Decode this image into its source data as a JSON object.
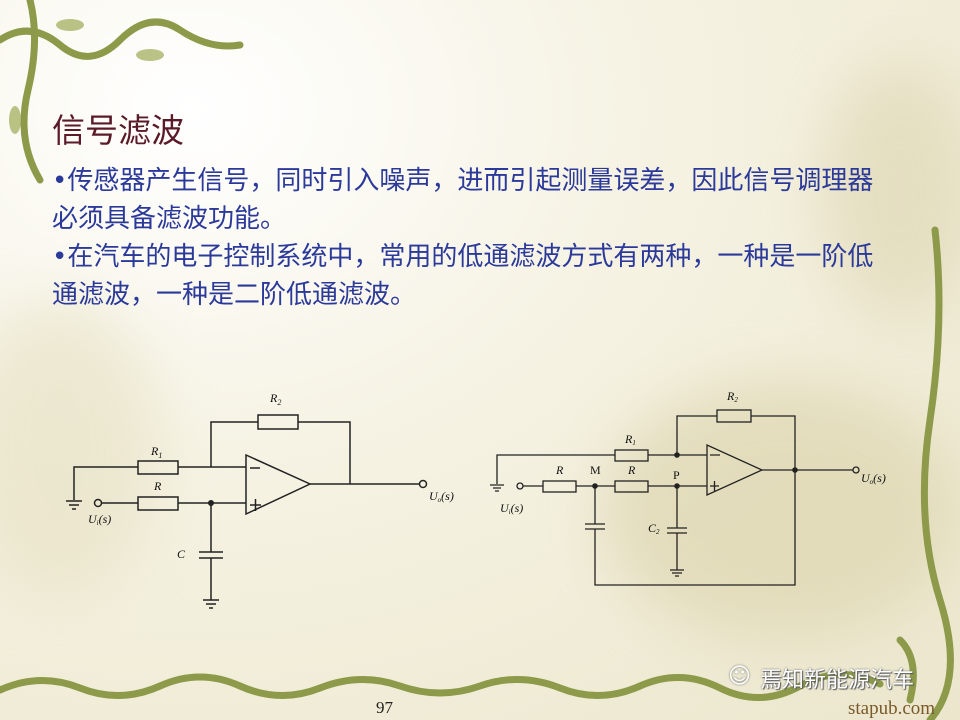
{
  "slide": {
    "title": "信号滤波",
    "bullets": [
      "•传感器产生信号，同时引入噪声，进而引起测量误差，因此信号调理器必须具备滤波功能。",
      "•在汽车的电子控制系统中，常用的低通滤波方式有两种，一种是一阶低通滤波，一种是二阶低通滤波。"
    ],
    "page_number": "97"
  },
  "circuit_first_order": {
    "r2": "R",
    "r2_sub": "2",
    "r1": "R",
    "r1_sub": "1",
    "r": "R",
    "c": "C",
    "input": "U",
    "input_sub": "i",
    "input_arg": "(s)",
    "output": "U",
    "output_sub": "o",
    "output_arg": "(s)"
  },
  "circuit_second_order": {
    "r2": "R",
    "r2_sub": "2",
    "r1": "R",
    "r1_sub": "1",
    "r_a": "R",
    "r_b": "R",
    "node_m": "M",
    "node_p": "P",
    "c2": "C",
    "c2_sub": "2",
    "input": "U",
    "input_sub": "i",
    "input_arg": "(s)",
    "output": "U",
    "output_sub": "o",
    "output_arg": "(s)"
  },
  "watermark": {
    "icon": "wechat-icon",
    "text": "焉知新能源汽车",
    "site": "stapub.com"
  },
  "colors": {
    "title": "#5a1a28",
    "body": "#2b3a9a",
    "vine": "#8c9a4a"
  }
}
